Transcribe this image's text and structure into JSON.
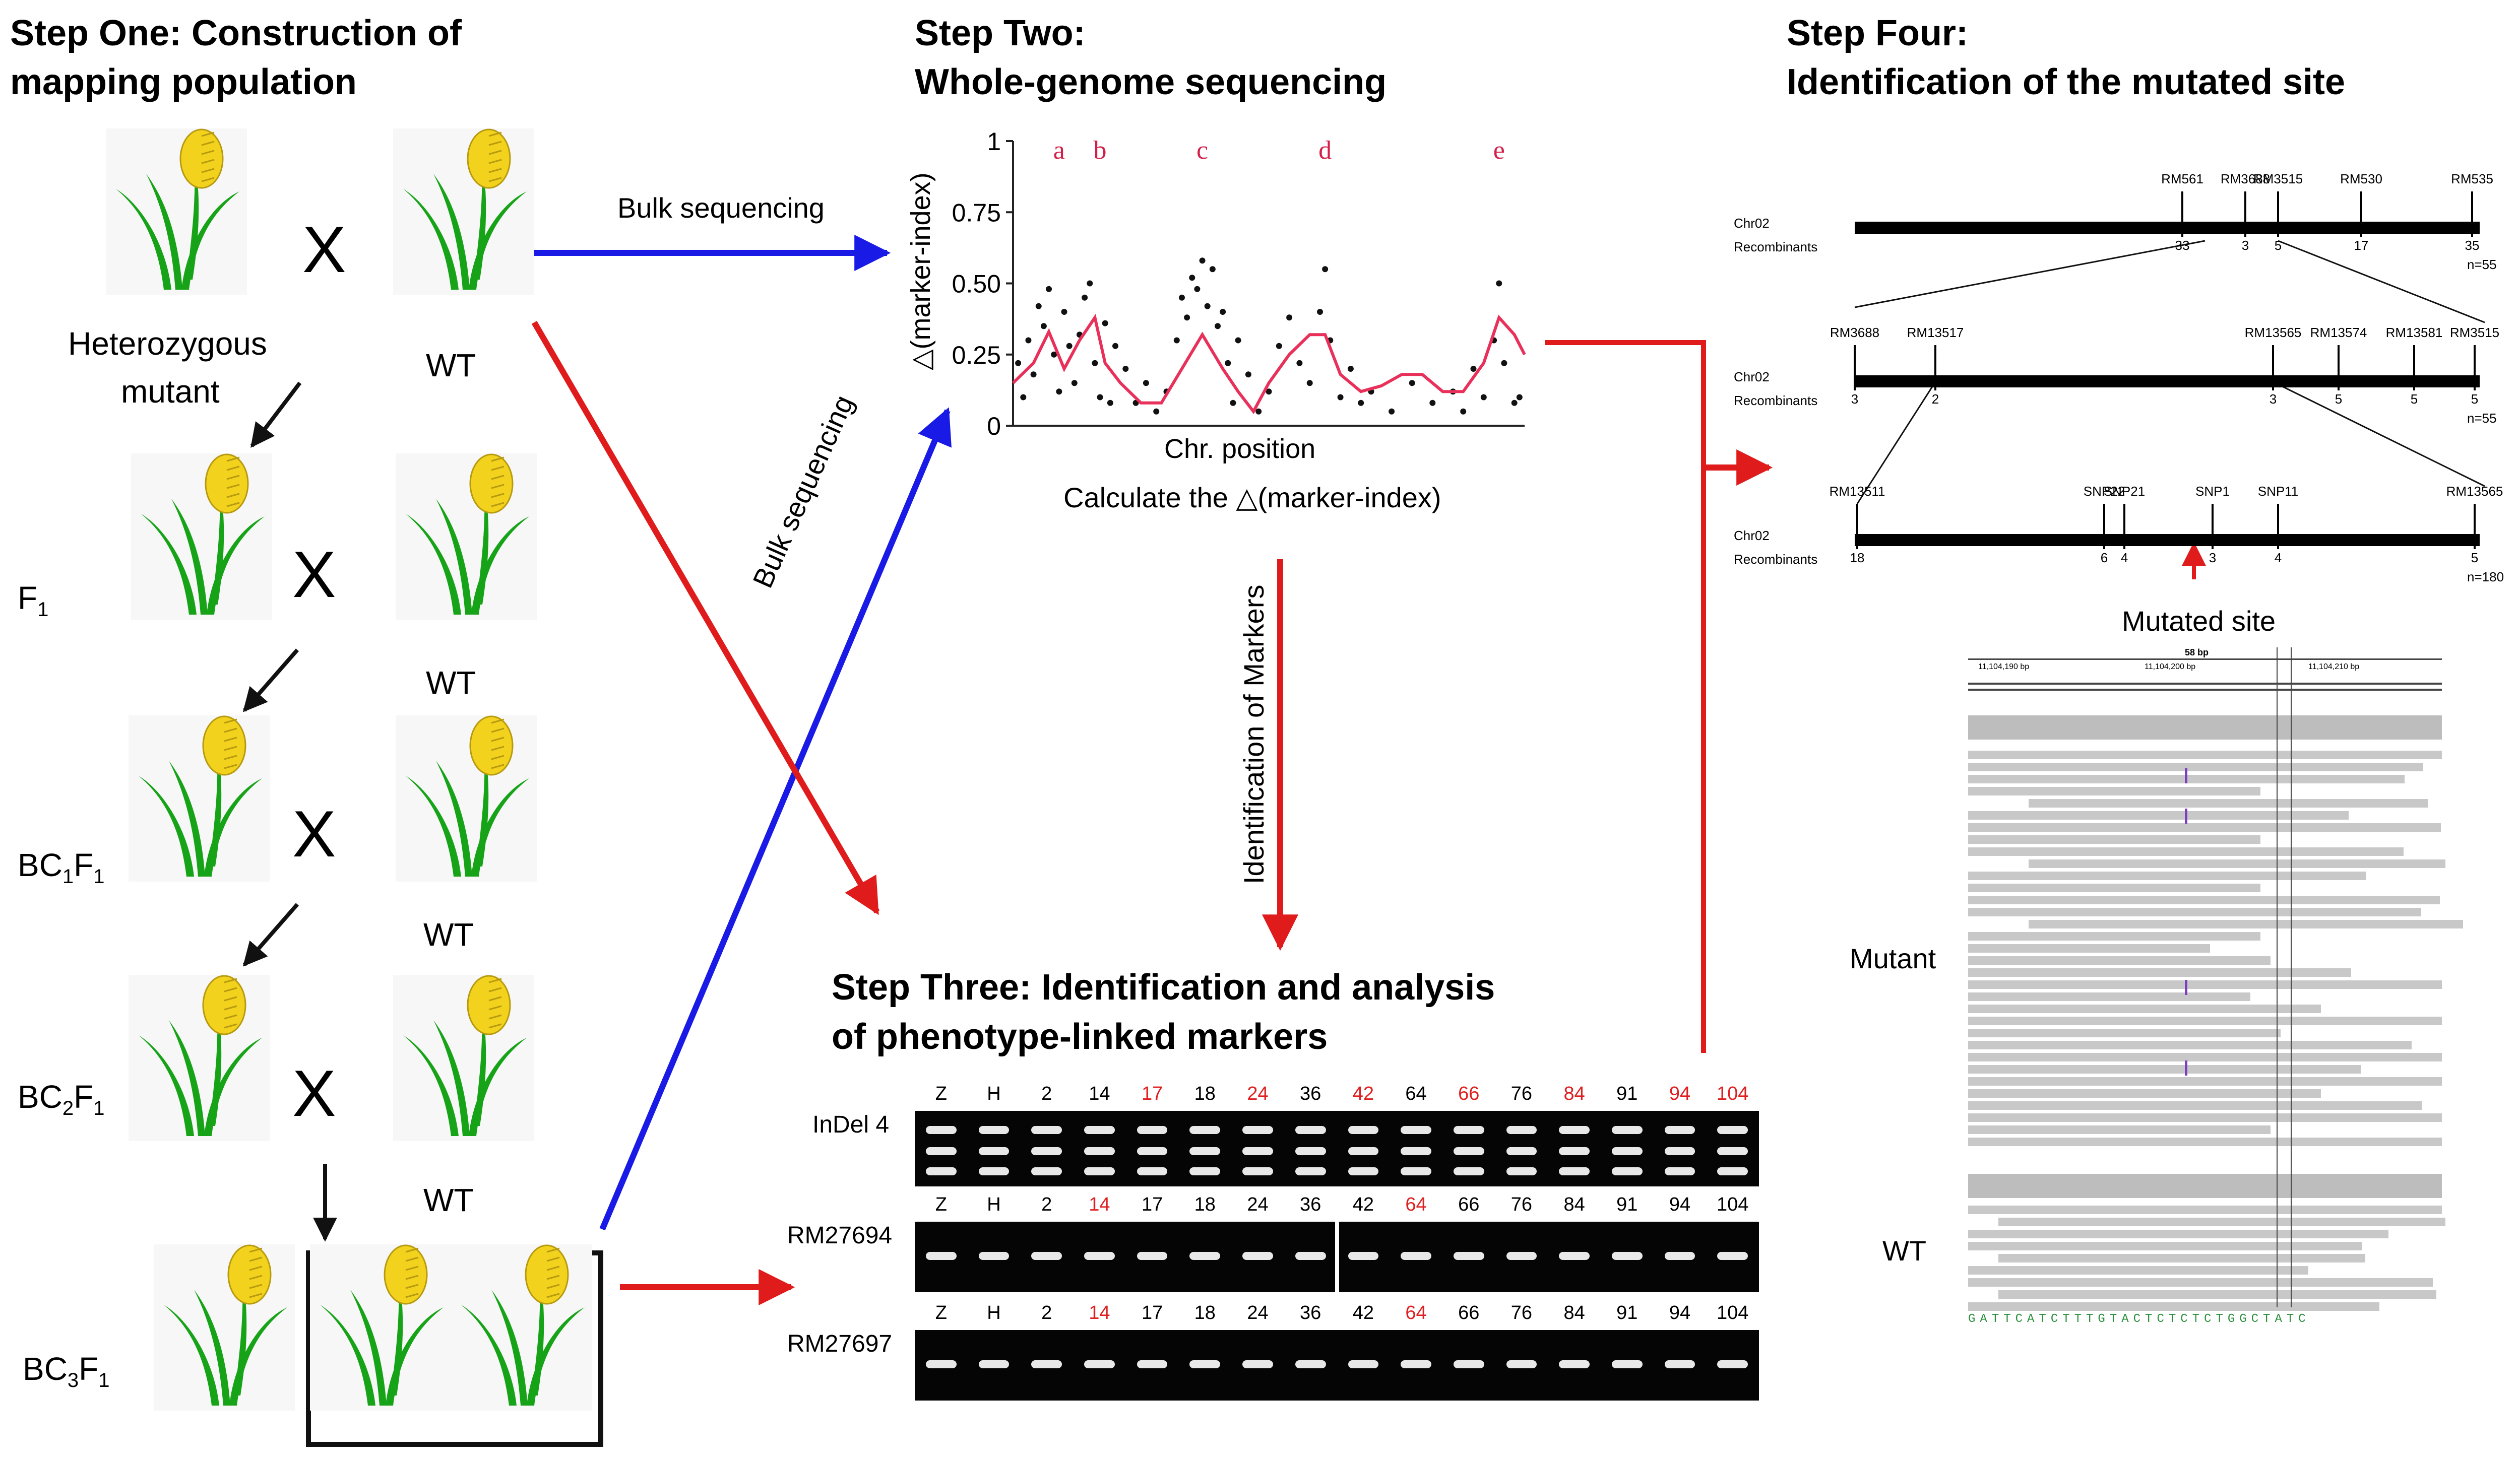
{
  "step1": {
    "title_line1": "Step One: Construction of",
    "title_line2": "mapping population",
    "cross_symbol": "X",
    "labels": {
      "het_line1": "Heterozygous",
      "het_line2": "mutant",
      "wt": "WT"
    },
    "generations": [
      {
        "base": "F",
        "sub": "1"
      },
      {
        "base": "BC",
        "sub": "1",
        "tail": "F",
        "tail_sub": "1"
      },
      {
        "base": "BC",
        "sub": "2",
        "tail": "F",
        "tail_sub": "1"
      },
      {
        "base": "BC",
        "sub": "3",
        "tail": "F",
        "tail_sub": "1"
      }
    ]
  },
  "step2": {
    "title_line1": "Step Two:",
    "title_line2": "Whole-genome sequencing",
    "bulk_label": "Bulk sequencing",
    "bulk_label_diag": "Bulk sequencing",
    "calc_label": "Calculate the △(marker-index)",
    "chart_data": {
      "type": "scatter",
      "xlabel": "Chr. position",
      "ylabel": "△(marker-index)",
      "ylim": [
        0,
        1
      ],
      "yticks": [
        "0",
        "0.25",
        "0.50",
        "0.75",
        "1"
      ],
      "peak_letters": [
        "a",
        "b",
        "c",
        "d",
        "e"
      ],
      "peak_positions": [
        0.09,
        0.17,
        0.37,
        0.61,
        0.95
      ],
      "points_x": [
        0.01,
        0.02,
        0.03,
        0.04,
        0.05,
        0.06,
        0.07,
        0.08,
        0.09,
        0.1,
        0.11,
        0.12,
        0.13,
        0.14,
        0.15,
        0.16,
        0.17,
        0.18,
        0.19,
        0.2,
        0.22,
        0.24,
        0.26,
        0.28,
        0.3,
        0.32,
        0.33,
        0.34,
        0.35,
        0.36,
        0.37,
        0.38,
        0.39,
        0.4,
        0.41,
        0.42,
        0.43,
        0.44,
        0.46,
        0.48,
        0.5,
        0.52,
        0.54,
        0.56,
        0.58,
        0.6,
        0.61,
        0.62,
        0.64,
        0.66,
        0.68,
        0.7,
        0.74,
        0.78,
        0.82,
        0.86,
        0.88,
        0.9,
        0.92,
        0.94,
        0.95,
        0.96,
        0.98,
        0.99
      ],
      "points_y": [
        0.22,
        0.1,
        0.3,
        0.18,
        0.42,
        0.35,
        0.48,
        0.25,
        0.12,
        0.4,
        0.28,
        0.15,
        0.32,
        0.45,
        0.5,
        0.22,
        0.1,
        0.36,
        0.08,
        0.28,
        0.2,
        0.08,
        0.15,
        0.05,
        0.12,
        0.3,
        0.45,
        0.38,
        0.52,
        0.48,
        0.58,
        0.42,
        0.55,
        0.35,
        0.4,
        0.22,
        0.08,
        0.3,
        0.18,
        0.05,
        0.12,
        0.28,
        0.38,
        0.22,
        0.15,
        0.4,
        0.55,
        0.3,
        0.1,
        0.2,
        0.08,
        0.12,
        0.05,
        0.15,
        0.08,
        0.12,
        0.05,
        0.2,
        0.1,
        0.3,
        0.5,
        0.22,
        0.08,
        0.1
      ],
      "trend_x": [
        0.0,
        0.04,
        0.07,
        0.1,
        0.13,
        0.16,
        0.18,
        0.21,
        0.25,
        0.29,
        0.33,
        0.37,
        0.41,
        0.44,
        0.47,
        0.5,
        0.54,
        0.58,
        0.61,
        0.64,
        0.68,
        0.72,
        0.76,
        0.8,
        0.84,
        0.88,
        0.92,
        0.95,
        0.98,
        1.0
      ],
      "trend_y": [
        0.15,
        0.22,
        0.33,
        0.2,
        0.3,
        0.38,
        0.22,
        0.15,
        0.08,
        0.08,
        0.2,
        0.32,
        0.2,
        0.12,
        0.05,
        0.15,
        0.25,
        0.32,
        0.32,
        0.18,
        0.12,
        0.14,
        0.18,
        0.18,
        0.12,
        0.12,
        0.22,
        0.38,
        0.32,
        0.25
      ]
    }
  },
  "step3": {
    "title_line1": "Step Three: Identification and analysis",
    "title_line2": "of phenotype-linked markers",
    "vertical_label": "Identification of Markers",
    "gels": [
      {
        "marker": "InDel 4",
        "lanes": [
          "Z",
          "H",
          "2",
          "14",
          "17",
          "18",
          "24",
          "36",
          "42",
          "64",
          "66",
          "76",
          "84",
          "91",
          "94",
          "104"
        ],
        "red": [
          "17",
          "24",
          "42",
          "66",
          "84",
          "94",
          "104"
        ]
      },
      {
        "marker": "RM27694",
        "lanes": [
          "Z",
          "H",
          "2",
          "14",
          "17",
          "18",
          "24",
          "36",
          "42",
          "64",
          "66",
          "76",
          "84",
          "91",
          "94",
          "104"
        ],
        "red": [
          "14",
          "64"
        ]
      },
      {
        "marker": "RM27697",
        "lanes": [
          "Z",
          "H",
          "2",
          "14",
          "17",
          "18",
          "24",
          "36",
          "42",
          "64",
          "66",
          "76",
          "84",
          "91",
          "94",
          "104"
        ],
        "red": [
          "14",
          "64"
        ]
      }
    ]
  },
  "step4": {
    "title_line1": "Step Four:",
    "title_line2": "Identification of the mutated site",
    "chr_label": "Chr02",
    "rec_label": "Recombinants",
    "maps": [
      {
        "markers": [
          "RM561",
          "RM3688",
          "RM3515",
          "RM530",
          "RM535"
        ],
        "counts": [
          "33",
          "3",
          "5",
          "17",
          "35"
        ],
        "n": "n=55"
      },
      {
        "markers": [
          "RM3688",
          "RM13517",
          "RM13565",
          "RM13574",
          "RM13581",
          "RM3515"
        ],
        "counts": [
          "3",
          "2",
          "3",
          "5",
          "5",
          "5"
        ],
        "n": "n=55"
      },
      {
        "markers": [
          "RM13511",
          "SNP22",
          "SNP21",
          "SNP1",
          "SNP11",
          "RM13565"
        ],
        "counts": [
          "18",
          "6",
          "4",
          "3",
          "4",
          "5"
        ],
        "n": "n=180"
      }
    ],
    "mutated_site": "Mutated site",
    "igv": {
      "span": "58 bp",
      "coords": [
        "11,104,190 bp",
        "11,104,200 bp",
        "11,104,210 bp"
      ],
      "mutant_label": "Mutant",
      "wt_label": "WT",
      "sequence": "GATTCATCTTTGTACTCTCTCTGGCTATC"
    }
  },
  "colors": {
    "red_arrow": "#e01b1b",
    "blue_arrow": "#1a1ae6",
    "trend": "#e8305a",
    "leaf": "#17a317",
    "panicle": "#f2d21c"
  }
}
